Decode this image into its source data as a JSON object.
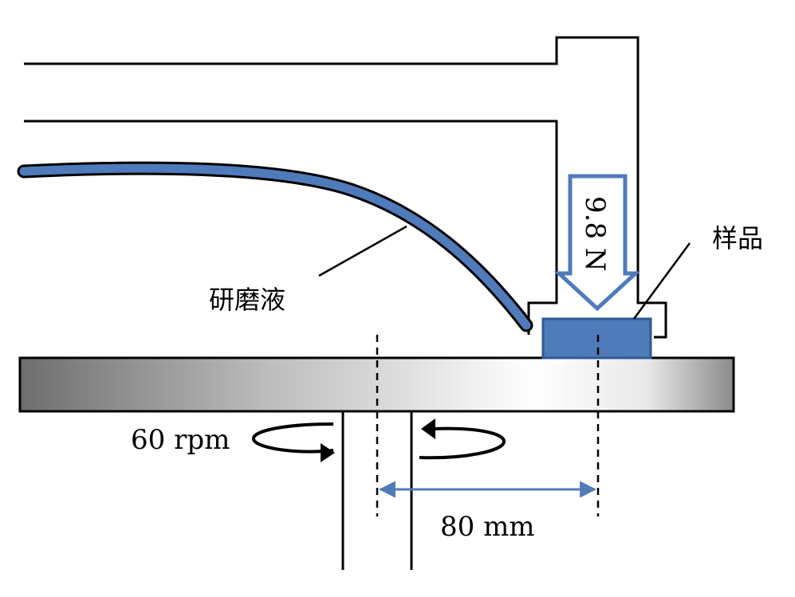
{
  "labels": {
    "slurry": "研磨液",
    "sample": "样品",
    "force": "9.8 N",
    "speed": "60 rpm",
    "distance": "80 mm"
  },
  "colors": {
    "sample_fill": "#4f7bbb",
    "sample_stroke": "#2f5a92",
    "dimension_line": "#4f7bbb",
    "platen_dark": "#7a7a7a",
    "platen_light": "#ffffff",
    "outline": "#000000"
  },
  "icons": {
    "rotation_left": "counterclockwise-arrow-icon",
    "rotation_right": "rotation-arrow-icon",
    "load_arrow": "down-arrow-icon"
  }
}
